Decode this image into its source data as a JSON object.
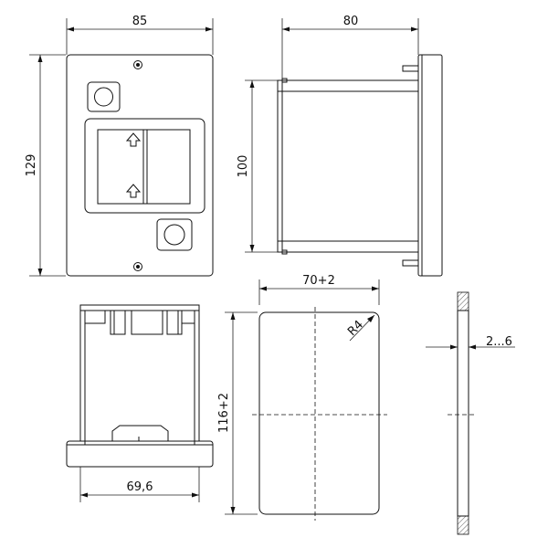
{
  "dimensions": {
    "front_width": "85",
    "front_height": "129",
    "side_depth": "80",
    "side_height": "100",
    "cutout_width": "70+2",
    "cutout_height": "116+2",
    "corner_radius": "R4",
    "bottom_width": "69,6",
    "panel_thickness": "2...6"
  },
  "colors": {
    "line": "#111111",
    "background": "#ffffff",
    "hatch": "#333333"
  }
}
